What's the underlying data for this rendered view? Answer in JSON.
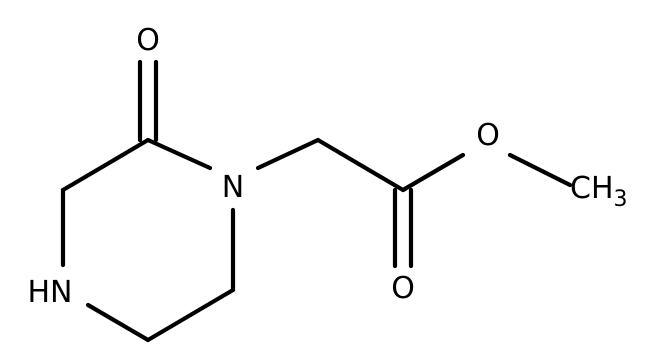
{
  "molecule": {
    "atoms": {
      "carbonyl_oxygen_ring": "O",
      "ring_nitrogen_substituted": "N",
      "ring_nitrogen_hn": "HN",
      "ester_oxygen_single": "O",
      "ester_oxygen_double": "O",
      "methyl_carbon": "CH",
      "methyl_subscript": "3"
    }
  }
}
